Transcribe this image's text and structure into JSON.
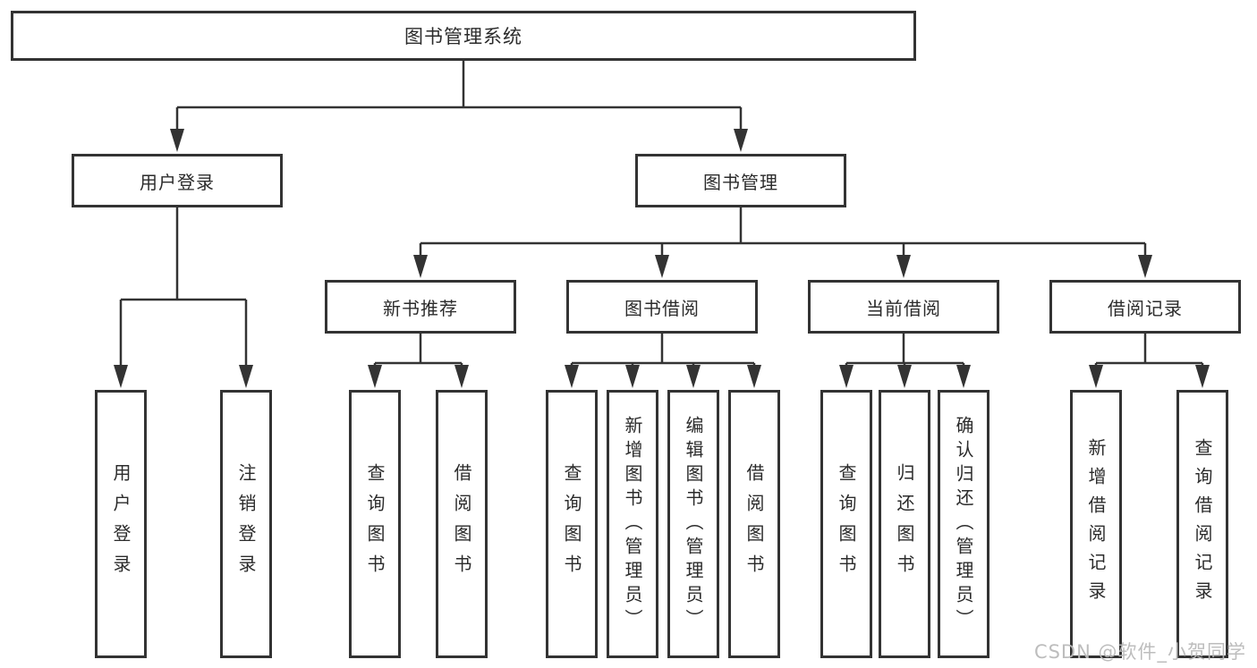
{
  "tree": {
    "label": "图书管理系统",
    "children": [
      {
        "label": "用户登录",
        "children": [
          {
            "label": "用户登录"
          },
          {
            "label": "注销登录"
          }
        ]
      },
      {
        "label": "图书管理",
        "children": [
          {
            "label": "新书推荐",
            "children": [
              {
                "label": "查询图书"
              },
              {
                "label": "借阅图书"
              }
            ]
          },
          {
            "label": "图书借阅",
            "children": [
              {
                "label": "查询图书"
              },
              {
                "label": "新增图书（管理员）"
              },
              {
                "label": "编辑图书（管理员）"
              },
              {
                "label": "借阅图书"
              }
            ]
          },
          {
            "label": "当前借阅",
            "children": [
              {
                "label": "查询图书"
              },
              {
                "label": "归还图书"
              },
              {
                "label": "确认归还（管理员）"
              }
            ]
          },
          {
            "label": "借阅记录",
            "children": [
              {
                "label": "新增借阅记录"
              },
              {
                "label": "查询借阅记录"
              }
            ]
          }
        ]
      }
    ]
  },
  "watermark": {
    "text": "CSDN @软件_小贺同学"
  },
  "colors": {
    "line": "#333333",
    "box_border": "#333333",
    "box_background": "#ffffff",
    "text": "#2b2b2b",
    "watermark": "#b9b9b9",
    "page_background": "#ffffff"
  }
}
